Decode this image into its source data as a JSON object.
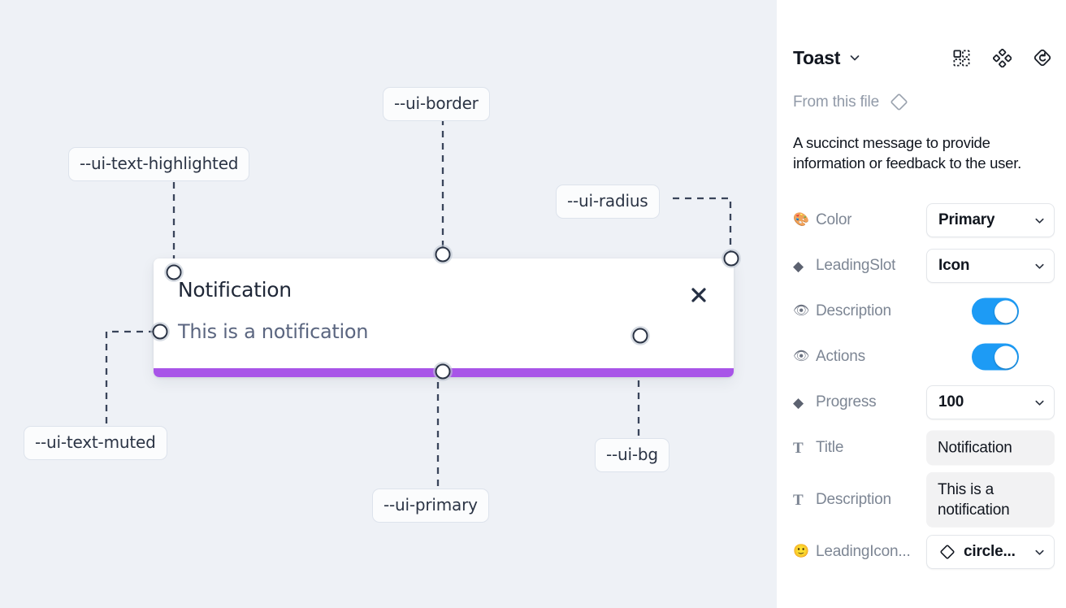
{
  "canvas": {
    "background_color": "#eef1f6",
    "tokens": [
      {
        "name": "--ui-text-highlighted"
      },
      {
        "name": "--ui-border"
      },
      {
        "name": "--ui-radius"
      },
      {
        "name": "--ui-text-muted"
      },
      {
        "name": "--ui-primary"
      },
      {
        "name": "--ui-bg"
      }
    ],
    "toast": {
      "title": "Notification",
      "description": "This is a notification",
      "close_icon": "close-x-icon",
      "progress_color": "#a855e8",
      "background_color": "#ffffff"
    }
  },
  "panel": {
    "title": "Toast",
    "title_caret_icon": "chevron-down-icon",
    "header_icons": [
      {
        "name": "component-picker-icon"
      },
      {
        "name": "component-variants-icon"
      },
      {
        "name": "reset-component-icon"
      }
    ],
    "from_file": {
      "label": "From this file",
      "icon": "diamond-icon"
    },
    "summary": "A succinct message to provide information or feedback to the user.",
    "properties": [
      {
        "icon": "palette-emoji",
        "glyph": "🎨",
        "icon_kind": "emoji",
        "label": "Color",
        "control": "select",
        "value": "Primary"
      },
      {
        "icon": "diamond-icon",
        "glyph": "◆",
        "icon_kind": "diamond",
        "label": "LeadingSlot",
        "control": "select",
        "value": "Icon"
      },
      {
        "icon": "eye-emoji",
        "glyph": "👁",
        "icon_kind": "emoji",
        "label": "Description",
        "control": "toggle",
        "value": "on"
      },
      {
        "icon": "eye-emoji",
        "glyph": "👁",
        "icon_kind": "emoji",
        "label": "Actions",
        "control": "toggle",
        "value": "on"
      },
      {
        "icon": "diamond-icon",
        "glyph": "◆",
        "icon_kind": "diamond",
        "label": "Progress",
        "control": "select",
        "value": "100"
      },
      {
        "icon": "text-glyph-icon",
        "glyph": "T",
        "icon_kind": "tglyph",
        "label": "Title",
        "control": "text",
        "value": "Notification"
      },
      {
        "icon": "text-glyph-icon",
        "glyph": "T",
        "icon_kind": "tglyph",
        "label": "Description",
        "control": "text",
        "value": "This is a notification"
      },
      {
        "icon": "smiley-emoji",
        "glyph": "🙂",
        "icon_kind": "emoji",
        "label": "LeadingIcon...",
        "control": "select-icon",
        "value": "circle..."
      }
    ],
    "accent_color": "#1d9bf5"
  }
}
